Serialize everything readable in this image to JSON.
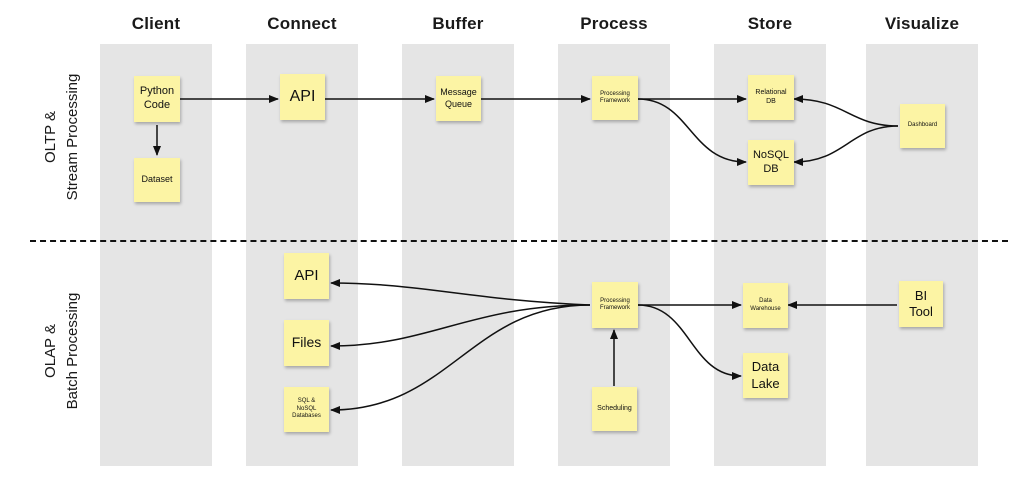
{
  "columns": {
    "client": "Client",
    "connect": "Connect",
    "buffer": "Buffer",
    "process": "Process",
    "store": "Store",
    "visualize": "Visualize"
  },
  "rows": {
    "top": "OLTP &\nStream Processing",
    "bottom": "OLAP &\nBatch Processing"
  },
  "notes": {
    "python_code": "Python\nCode",
    "dataset": "Dataset",
    "api_top": "API",
    "message_queue": "Message\nQueue",
    "processing_framework_top": "Processing\nFramework",
    "relational_db": "Relational\nDB",
    "nosql_db": "NoSQL\nDB",
    "dashboard": "Dashboard",
    "api_bottom": "API",
    "files": "Files",
    "sql_nosql": "SQL &\nNoSQL\nDatabases",
    "processing_framework_bottom": "Processing\nFramework",
    "scheduling": "Scheduling",
    "data_warehouse": "Data\nWarehouse",
    "data_lake": "Data\nLake",
    "bi_tool": "BI\nTool"
  },
  "colors": {
    "column_bg": "#e5e5e5",
    "sticky_note": "#fcf4a4",
    "arrow": "#111111"
  }
}
